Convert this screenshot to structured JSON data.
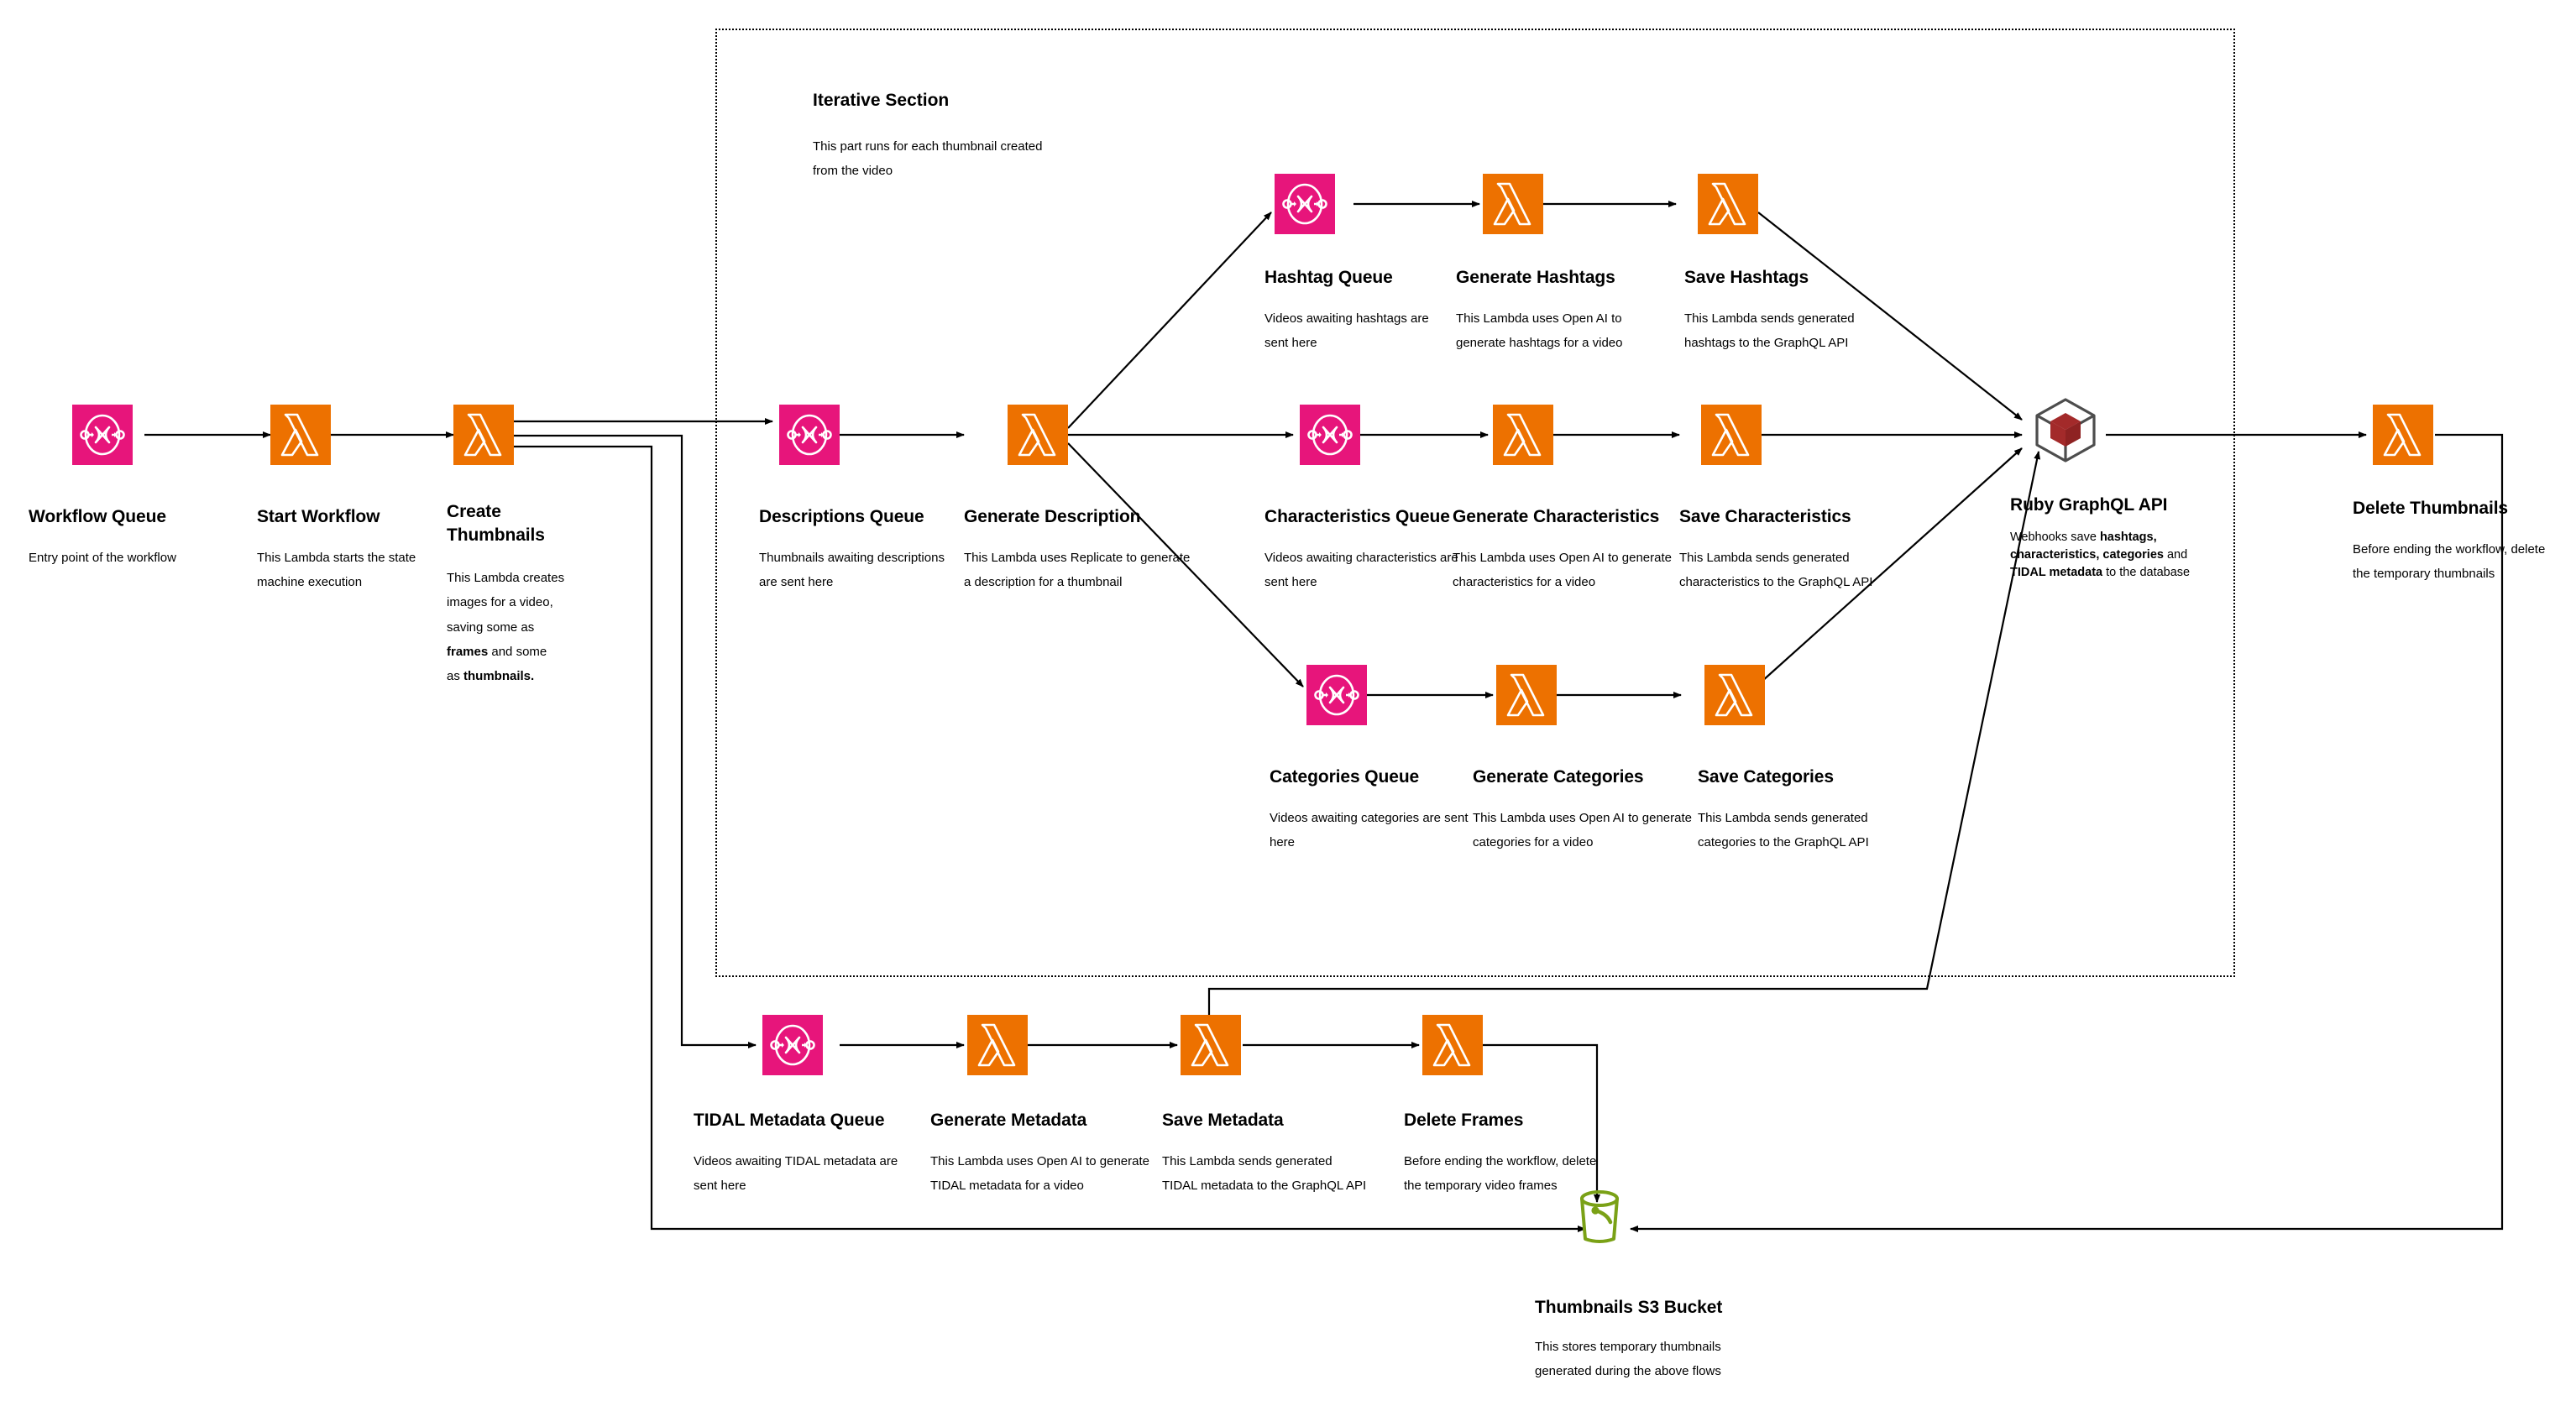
{
  "diagram": {
    "title": "AWS Video Enrichment Workflow",
    "colors": {
      "sqs_queue": "#E7157B",
      "lambda": "#ED7100",
      "s3_bucket": "#7AA116",
      "graphql_cube": "#A32A2A",
      "edge": "#000000",
      "icon_glyph": "#FFFFFF"
    }
  },
  "section": {
    "title": "Iterative Section",
    "description": "This part runs for each thumbnail created\nfrom the video"
  },
  "nodes": [
    {
      "id": "workflow-queue",
      "icon": "sqs-queue-icon",
      "title": "Workflow Queue",
      "description": "Entry point of the workflow"
    },
    {
      "id": "start-workflow",
      "icon": "lambda-icon",
      "title": "Start Workflow",
      "description": "This Lambda starts the state\nmachine execution"
    },
    {
      "id": "create-thumbnails",
      "icon": "lambda-icon",
      "title": "Create\nThumbnails",
      "description_html": "This Lambda creates\nimages for a video,\nsaving some as\n<b>frames</b> and some\nas <b>thumbnails.</b>"
    },
    {
      "id": "hashtag-queue",
      "icon": "sqs-queue-icon",
      "title": "Hashtag Queue",
      "description": "Videos awaiting hashtags are\nsent here"
    },
    {
      "id": "generate-hashtags",
      "icon": "lambda-icon",
      "title": "Generate Hashtags",
      "description": "This Lambda uses Open AI to\ngenerate hashtags for a video"
    },
    {
      "id": "save-hashtags",
      "icon": "lambda-icon",
      "title": "Save Hashtags",
      "description": "This Lambda sends generated\nhashtags to the GraphQL API"
    },
    {
      "id": "descriptions-queue",
      "icon": "sqs-queue-icon",
      "title": "Descriptions Queue",
      "description": "Thumbnails awaiting descriptions\nare sent here"
    },
    {
      "id": "generate-description",
      "icon": "lambda-icon",
      "title": "Generate Description",
      "description": "This Lambda uses Replicate to generate\na description for a thumbnail"
    },
    {
      "id": "characteristics-queue",
      "icon": "sqs-queue-icon",
      "title": "Characteristics Queue",
      "description": "Videos awaiting characteristics are\nsent here"
    },
    {
      "id": "generate-characteristics",
      "icon": "lambda-icon",
      "title": "Generate Characteristics",
      "description": "This Lambda uses Open AI to generate\ncharacteristics for a video"
    },
    {
      "id": "save-characteristics",
      "icon": "lambda-icon",
      "title": "Save Characteristics",
      "description": "This Lambda sends generated\ncharacteristics to the GraphQL API"
    },
    {
      "id": "categories-queue",
      "icon": "sqs-queue-icon",
      "title": "Categories Queue",
      "description": "Videos awaiting categories are sent\nhere"
    },
    {
      "id": "generate-categories",
      "icon": "lambda-icon",
      "title": "Generate Categories",
      "description": "This Lambda uses Open AI to generate\ncategories for a video"
    },
    {
      "id": "save-categories",
      "icon": "lambda-icon",
      "title": "Save Categories",
      "description": "This Lambda sends generated\ncategories to the GraphQL API"
    },
    {
      "id": "ruby-graphql-api",
      "icon": "cube-icon",
      "title": "Ruby GraphQL API",
      "description_html": "Webhooks save <b>hashtags,</b>\n<b>characteristics, categories</b> and\n<b>TIDAL metadata</b> to the database"
    },
    {
      "id": "delete-thumbnails",
      "icon": "lambda-icon",
      "title": "Delete Thumbnails",
      "description": "Before ending the workflow, delete\nthe temporary thumbnails"
    },
    {
      "id": "tidal-metadata-queue",
      "icon": "sqs-queue-icon",
      "title": "TIDAL Metadata Queue",
      "description": "Videos awaiting TIDAL metadata are\nsent here"
    },
    {
      "id": "generate-metadata",
      "icon": "lambda-icon",
      "title": "Generate Metadata",
      "description": "This Lambda uses Open AI to generate\nTIDAL metadata for a video"
    },
    {
      "id": "save-metadata",
      "icon": "lambda-icon",
      "title": "Save Metadata",
      "description": "This Lambda sends generated\nTIDAL metadata to the GraphQL API"
    },
    {
      "id": "delete-frames",
      "icon": "lambda-icon",
      "title": "Delete Frames",
      "description": "Before ending the workflow, delete\nthe temporary video frames"
    },
    {
      "id": "thumbnails-s3-bucket",
      "icon": "s3-bucket-icon",
      "title": "Thumbnails S3 Bucket",
      "description": "This stores temporary thumbnails\ngenerated during the above flows"
    }
  ]
}
